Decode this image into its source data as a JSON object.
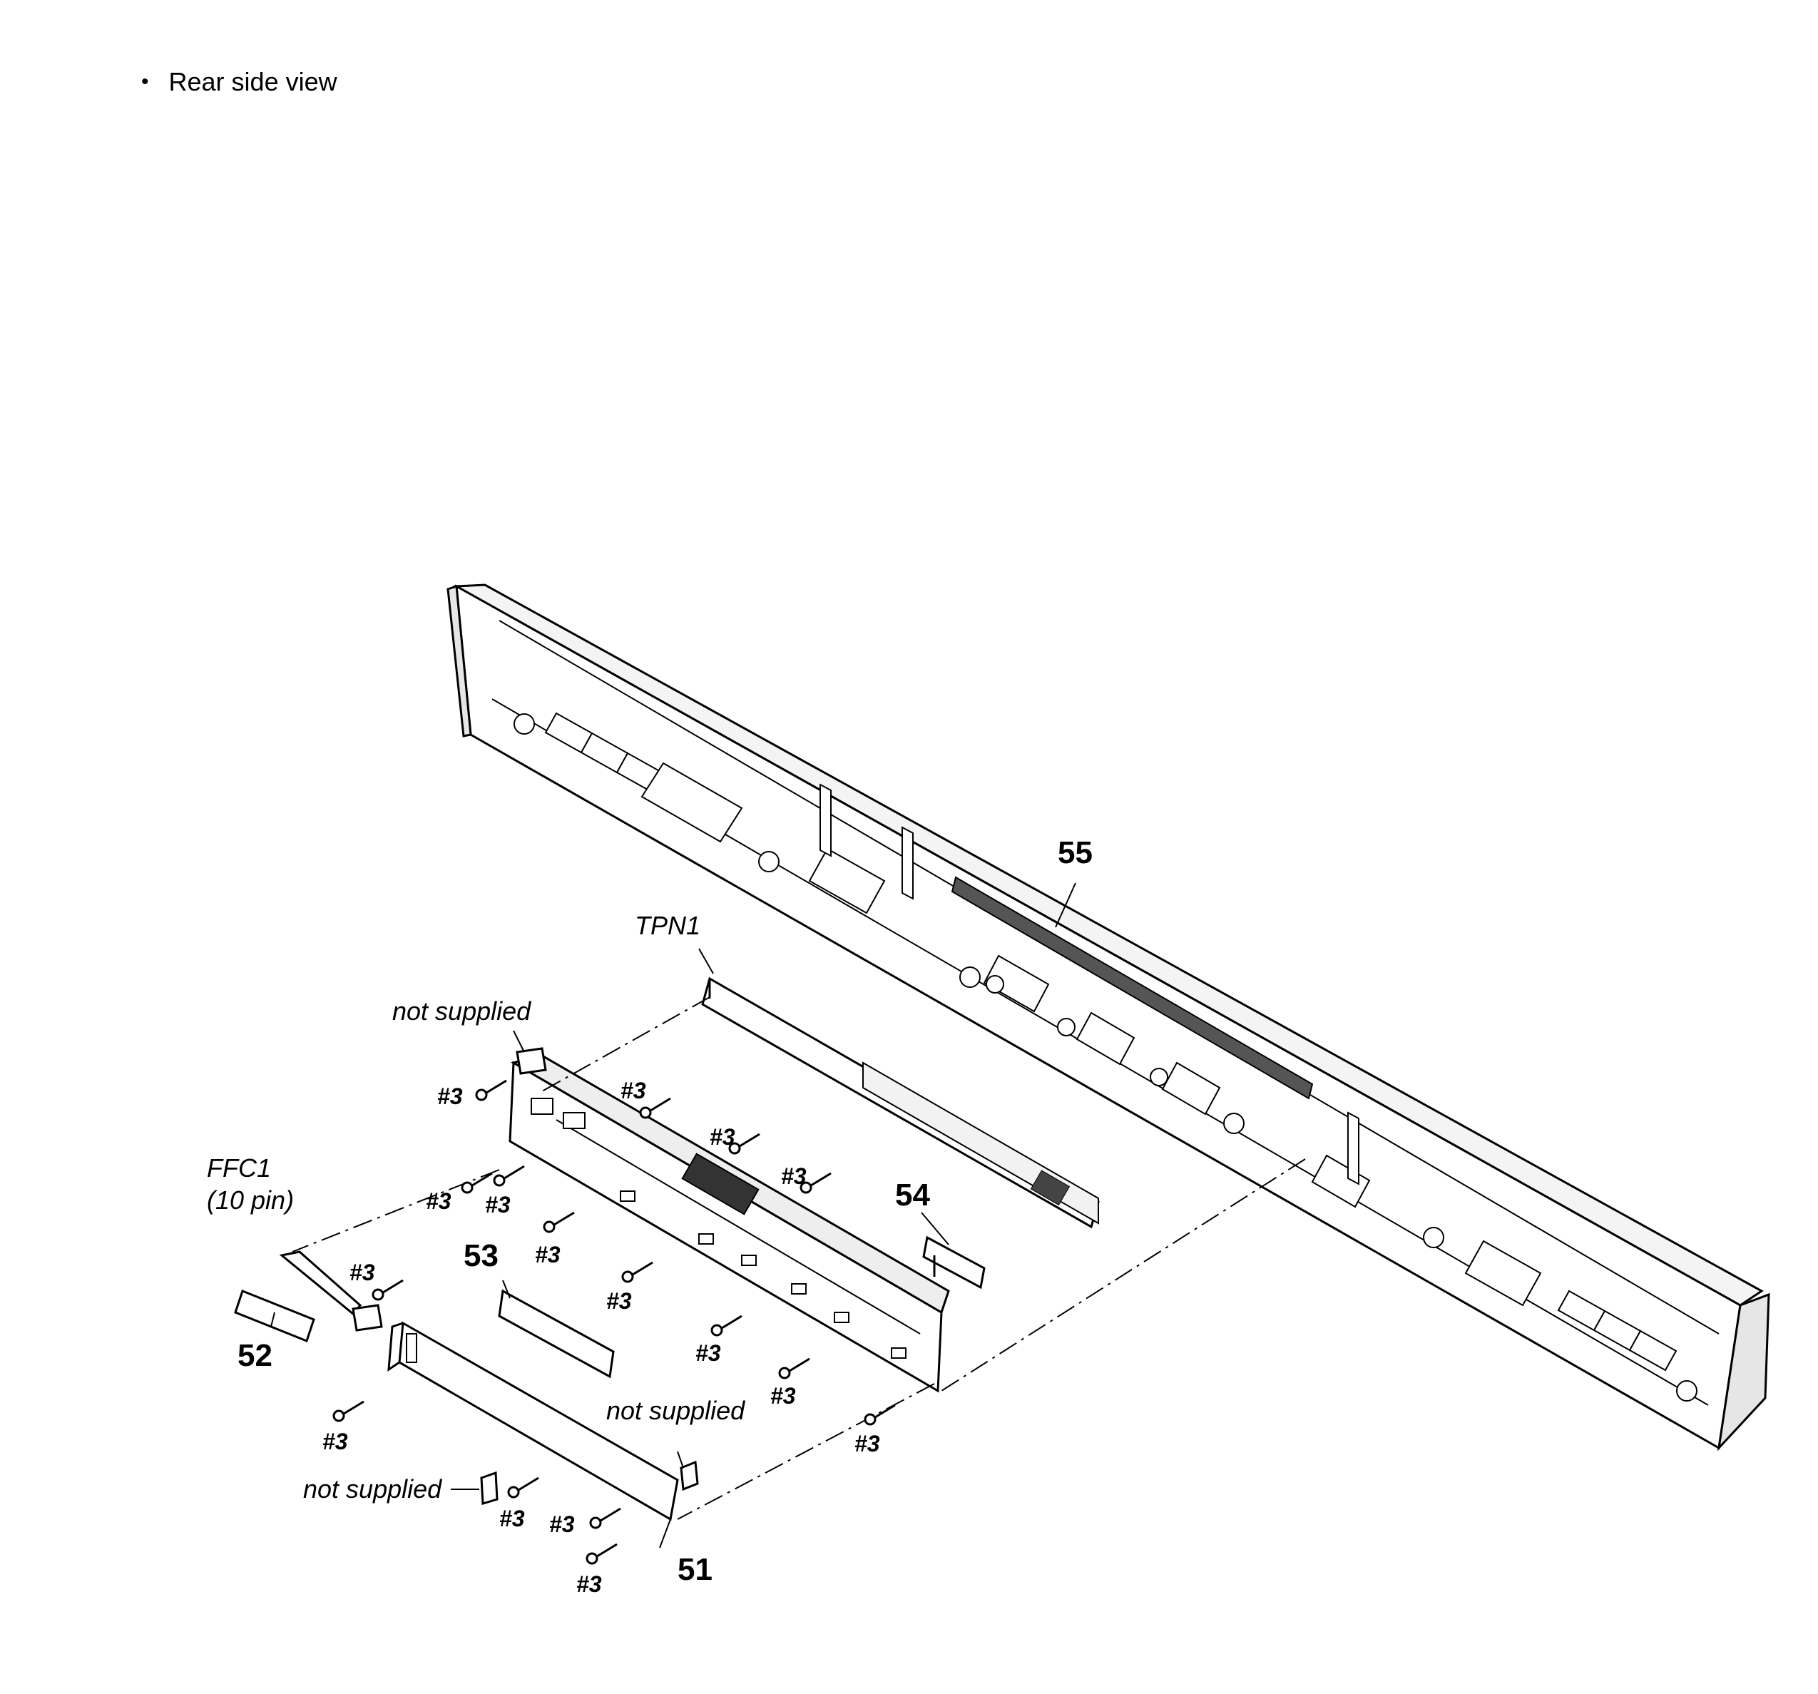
{
  "header": {
    "bullet": "•",
    "title": "Rear side view"
  },
  "labels": {
    "part_55": "55",
    "part_54": "54",
    "part_53": "53",
    "part_52": "52",
    "part_51": "51",
    "tpn1": "TPN1",
    "ffc1": "FFC1",
    "ffc1_pins": "(10 pin)",
    "not_supplied": "not supplied",
    "screw": "#3"
  },
  "colors": {
    "line": "#000000",
    "background": "#ffffff",
    "panel_fill": "#ffffff",
    "shade": "#d9d9d9"
  }
}
